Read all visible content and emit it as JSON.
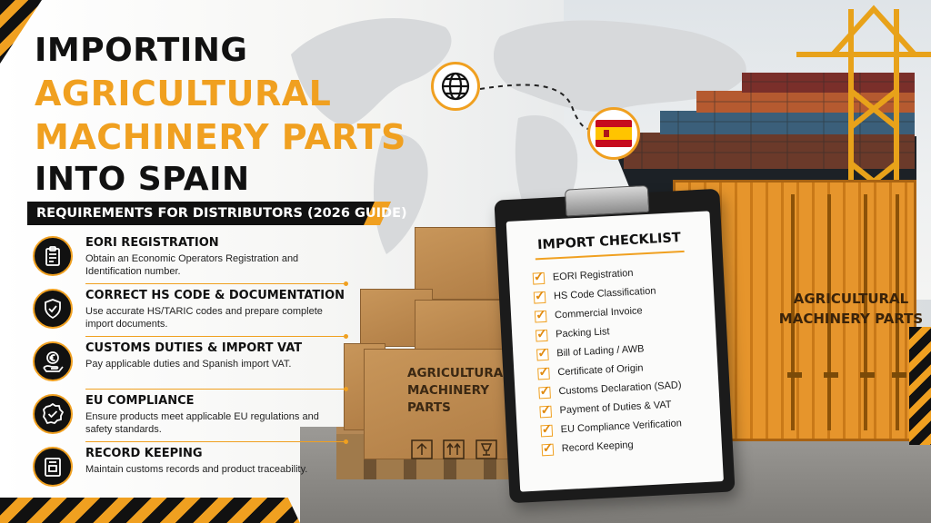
{
  "headline": {
    "line1": "IMPORTING",
    "line2": "AGRICULTURAL",
    "line3": "MACHINERY PARTS",
    "line4": "INTO SPAIN"
  },
  "subtitle": "REQUIREMENTS FOR DISTRIBUTORS (2026 GUIDE)",
  "requirements": [
    {
      "icon": "clipboard-icon",
      "title": "EORI REGISTRATION",
      "desc": "Obtain an Economic Operators Registration and Identification number."
    },
    {
      "icon": "shield-check-icon",
      "title": "CORRECT HS CODE & DOCUMENTATION",
      "desc": "Use accurate HS/TARIC codes and prepare complete import documents."
    },
    {
      "icon": "euro-hand-icon",
      "title": "CUSTOMS DUTIES & IMPORT VAT",
      "desc": "Pay applicable duties and Spanish import VAT."
    },
    {
      "icon": "badge-check-icon",
      "title": "EU COMPLIANCE",
      "desc": "Ensure products meet applicable EU regulations and safety standards."
    },
    {
      "icon": "folder-icon",
      "title": "RECORD KEEPING",
      "desc": "Maintain customs records and product traceability."
    }
  ],
  "boxes_label": "AGRICULTURAL\nMACHINERY\nPARTS",
  "container_label": "AGRICULTURAL MACHINERY PARTS",
  "checklist": {
    "title": "IMPORT CHECKLIST",
    "items": [
      "EORI Registration",
      "HS Code Classification",
      "Commercial Invoice",
      "Packing List",
      "Bill of Lading / AWB",
      "Certificate of Origin",
      "Customs Declaration (SAD)",
      "Payment of Duties & VAT",
      "EU Compliance Verification",
      "Record Keeping"
    ]
  },
  "colors": {
    "accent": "#f0a020",
    "dark": "#111111"
  }
}
